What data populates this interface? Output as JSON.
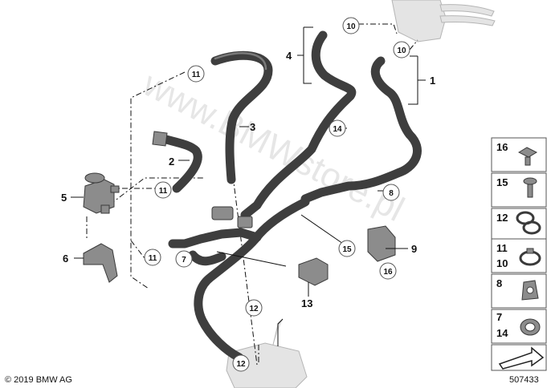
{
  "watermark": "www.BMWstore.pl",
  "copyright": "© 2019 BMW AG",
  "diagram_number": "507433",
  "plain_callouts": [
    {
      "id": "c1",
      "text": "1"
    },
    {
      "id": "c2",
      "text": "2"
    },
    {
      "id": "c3",
      "text": "3"
    },
    {
      "id": "c4",
      "text": "4"
    },
    {
      "id": "c5",
      "text": "5"
    },
    {
      "id": "c6",
      "text": "6"
    },
    {
      "id": "c9",
      "text": "9"
    },
    {
      "id": "c13",
      "text": "13"
    }
  ],
  "circled_callouts": [
    {
      "id": "k10a",
      "text": "10"
    },
    {
      "id": "k10b",
      "text": "10"
    },
    {
      "id": "k11a",
      "text": "11"
    },
    {
      "id": "k11b",
      "text": "11"
    },
    {
      "id": "k11c",
      "text": "11"
    },
    {
      "id": "k14",
      "text": "14"
    },
    {
      "id": "k8",
      "text": "8"
    },
    {
      "id": "k7",
      "text": "7"
    },
    {
      "id": "k15",
      "text": "15"
    },
    {
      "id": "k16",
      "text": "16"
    },
    {
      "id": "k12a",
      "text": "12"
    },
    {
      "id": "k12b",
      "text": "12"
    }
  ],
  "legend": [
    {
      "labels": [
        "16"
      ],
      "icon": "clip-nut-icon"
    },
    {
      "labels": [
        "15"
      ],
      "icon": "screw-icon"
    },
    {
      "labels": [
        "12"
      ],
      "icon": "spring-clamp-icon"
    },
    {
      "labels": [
        "11",
        "10"
      ],
      "icon": "hose-clamp-icon"
    },
    {
      "labels": [
        "8"
      ],
      "icon": "cable-tie-icon"
    },
    {
      "labels": [
        "7",
        "14"
      ],
      "icon": "hose-holder-icon"
    },
    {
      "labels": [],
      "icon": "arrow-indicator-icon"
    }
  ]
}
